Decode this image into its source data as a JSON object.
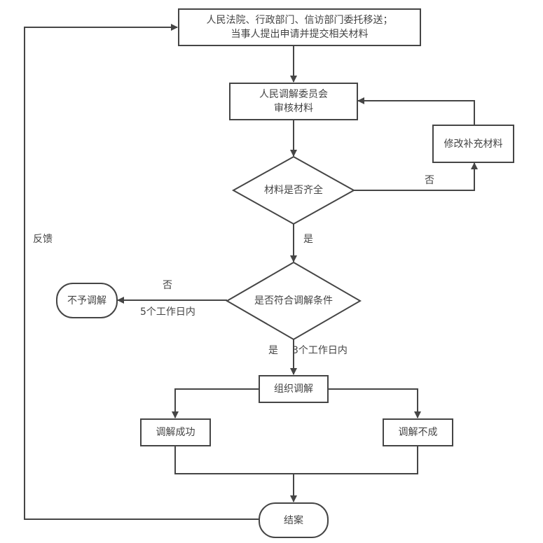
{
  "diagram": {
    "colors": {
      "stroke": "#454545",
      "text": "#444444",
      "background": "#ffffff"
    },
    "nodes": {
      "submit": {
        "lines": [
          "人民法院、行政部门、信访部门委托移送；",
          "当事人提出申请并提交相关材料"
        ]
      },
      "review": {
        "lines": [
          "人民调解委员会",
          "审核材料"
        ]
      },
      "revise": {
        "label": "修改补充材料"
      },
      "complete_check": {
        "label": "材料是否齐全"
      },
      "eligible_check": {
        "label": "是否符合调解条件"
      },
      "reject": {
        "label": "不予调解"
      },
      "organize": {
        "label": "组织调解"
      },
      "success": {
        "label": "调解成功"
      },
      "failure": {
        "label": "调解不成"
      },
      "close": {
        "label": "结案"
      }
    },
    "edge_labels": {
      "incomplete_no": "否",
      "complete_yes": "是",
      "ineligible_no": "否",
      "ineligible_deadline": "5个工作日内",
      "eligible_yes": "是",
      "eligible_deadline": "3个工作日内",
      "feedback": "反馈"
    }
  }
}
